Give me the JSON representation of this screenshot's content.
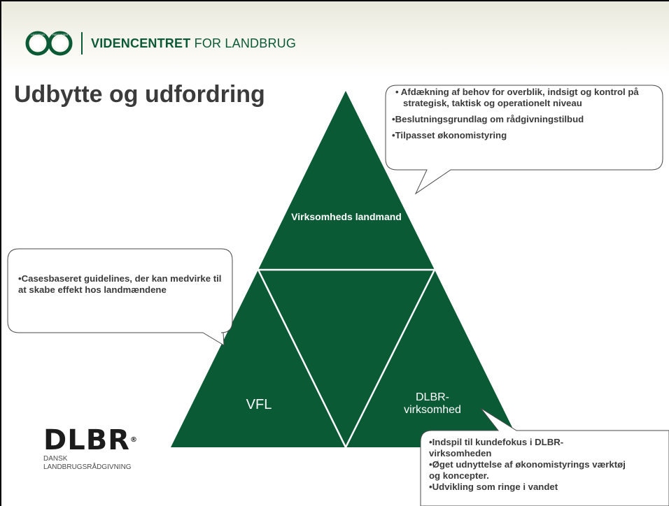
{
  "header": {
    "brand_bold": "VIDENCENTRET",
    "brand_rest": " FOR LANDBRUG",
    "logo_text_left": "LANDBRUG",
    "logo_text_right": "FØDEVARER"
  },
  "slide": {
    "title": "Udbytte og udfordring"
  },
  "diagram": {
    "top_label": "Virksomheds landmand",
    "left_label": "VFL",
    "right_label_line1": "DLBR-",
    "right_label_line2": "virksomhed"
  },
  "callouts": {
    "top": {
      "p1": "• Afdækning af behov for overblik, indsigt og kontrol på strategisk, taktisk og operationelt niveau",
      "p2": "•Beslutningsgrundlag om rådgivningstilbud",
      "p3": "•Tilpasset økonomistyring"
    },
    "left": {
      "p1": "•Casesbaseret guidelines, der kan medvirke til at skabe effekt hos landmændene"
    },
    "right": {
      "line1": "•Indspil til kundefokus i DLBR-",
      "line2": "virksomheden",
      "line3": "•Øget udnyttelse af økonomistyrings værktøj",
      "line4": "og koncepter.",
      "line5": "•Udvikling som ringe i vandet"
    }
  },
  "footer_logo": {
    "word": "DLBR",
    "reg": "®",
    "sub1": "DANSK",
    "sub2": "LANDBRUGSRÅDGIVNING"
  },
  "colors": {
    "triangle_green": "#0b5a36",
    "brand_green": "#0b5a36",
    "title_gray": "#3b3b3b",
    "callout_border": "#4a4a4a"
  }
}
